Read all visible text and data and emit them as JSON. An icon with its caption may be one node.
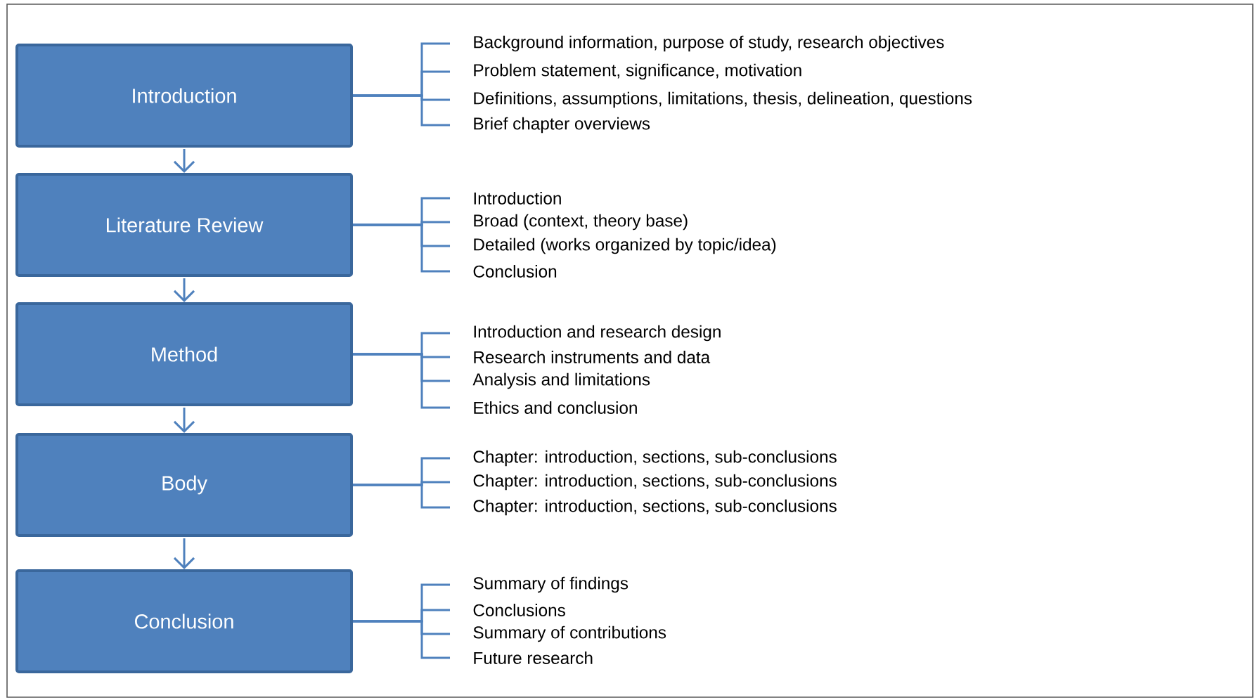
{
  "diagram": {
    "nodes": [
      {
        "text": [
          "Introduction"
        ]
      },
      {
        "text": [
          "Literature Review"
        ]
      },
      {
        "text": [
          "Method"
        ]
      },
      {
        "text": [
          "Body"
        ]
      },
      {
        "text": [
          "Conclusion"
        ]
      },
      {
        "text": [
          "Background information, purpose of study, research objectives"
        ]
      },
      {
        "text": [
          "Problem statement, significance, motivation"
        ]
      },
      {
        "text": [
          "Definitions, assumptions, limitations, thesis, delineation, questions"
        ]
      },
      {
        "text": [
          "Brief chapter overviews"
        ]
      },
      {
        "text": [
          "Introduction"
        ]
      },
      {
        "text": [
          "Broad (context, theory base)"
        ]
      },
      {
        "text": [
          "Detailed (works organized by topic/idea)"
        ]
      },
      {
        "text": [
          "Conclusion"
        ]
      },
      {
        "text": [
          "Introduction and research design"
        ]
      },
      {
        "text": [
          "Research instruments and data"
        ]
      },
      {
        "text": [
          "Analysis and limitations"
        ]
      },
      {
        "text": [
          "Ethics and conclusion"
        ]
      },
      {
        "text": [
          "Chapter: introduction, sections, sub-conclusions"
        ]
      },
      {
        "text": [
          "Chapter: introduction, sections, sub-conclusions"
        ]
      },
      {
        "text": [
          "Chapter: introduction, sections, sub-conclusions"
        ]
      },
      {
        "text": [
          "Summary of findings"
        ]
      },
      {
        "text": [
          "Conclusions"
        ]
      },
      {
        "text": [
          "Summary of contributions"
        ]
      },
      {
        "text": [
          "Future research"
        ]
      }
    ],
    "edges": [
      {
        "from": 0,
        "to": 1,
        "arrow": "to"
      },
      {
        "from": 1,
        "to": 2,
        "arrow": "to"
      },
      {
        "from": 2,
        "to": 3,
        "arrow": "to"
      },
      {
        "from": 3,
        "to": 4,
        "arrow": "to"
      },
      {
        "from": 0,
        "to": 5,
        "arrow": "none"
      },
      {
        "from": 0,
        "to": 6,
        "arrow": "none"
      },
      {
        "from": 0,
        "to": 7,
        "arrow": "none"
      },
      {
        "from": 0,
        "to": 8,
        "arrow": "none"
      },
      {
        "from": 1,
        "to": 9,
        "arrow": "none"
      },
      {
        "from": 1,
        "to": 10,
        "arrow": "none"
      },
      {
        "from": 1,
        "to": 11,
        "arrow": "none"
      },
      {
        "from": 1,
        "to": 12,
        "arrow": "none"
      },
      {
        "from": 2,
        "to": 13,
        "arrow": "none"
      },
      {
        "from": 2,
        "to": 14,
        "arrow": "none"
      },
      {
        "from": 2,
        "to": 15,
        "arrow": "none"
      },
      {
        "from": 2,
        "to": 16,
        "arrow": "none"
      },
      {
        "from": 3,
        "to": 17,
        "arrow": "none"
      },
      {
        "from": 3,
        "to": 18,
        "arrow": "none"
      },
      {
        "from": 3,
        "to": 19,
        "arrow": "none"
      },
      {
        "from": 4,
        "to": 20,
        "arrow": "none"
      },
      {
        "from": 4,
        "to": 21,
        "arrow": "none"
      },
      {
        "from": 4,
        "to": 22,
        "arrow": "none"
      },
      {
        "from": 4,
        "to": 23,
        "arrow": "none"
      }
    ]
  }
}
